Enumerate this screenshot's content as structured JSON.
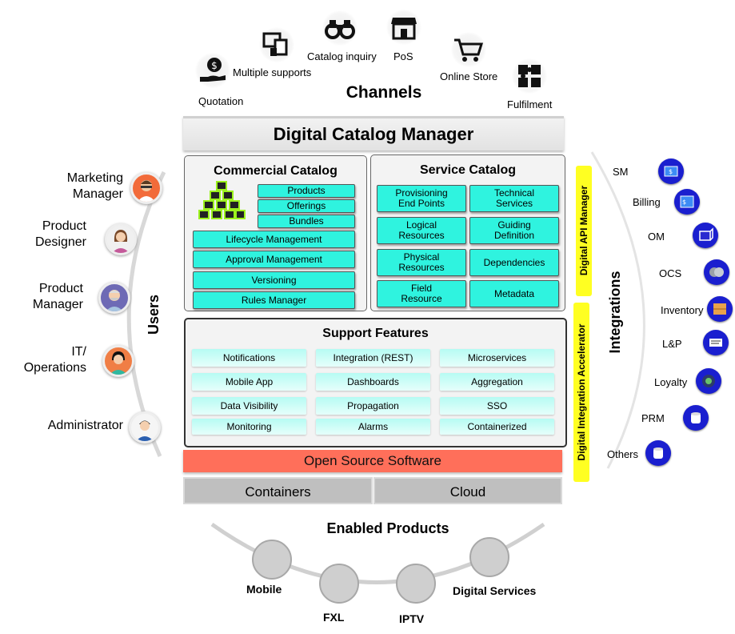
{
  "channels": {
    "title": "Channels",
    "items": [
      {
        "label": "Quotation",
        "icon": "hand-money-icon"
      },
      {
        "label": "Multiple supports",
        "icon": "devices-icon"
      },
      {
        "label": "Catalog inquiry",
        "icon": "binoculars-icon"
      },
      {
        "label": "PoS",
        "icon": "store-icon"
      },
      {
        "label": "Online Store",
        "icon": "cart-icon"
      },
      {
        "label": "Fulfilment",
        "icon": "puzzle-icon"
      }
    ]
  },
  "dcm": {
    "title": "Digital Catalog Manager"
  },
  "commercial": {
    "title": "Commercial Catalog",
    "top_items": [
      "Products",
      "Offerings",
      "Bundles"
    ],
    "items": [
      "Lifecycle Management",
      "Approval Management",
      "Versioning",
      "Rules Manager"
    ]
  },
  "service": {
    "title": "Service Catalog",
    "items": [
      [
        "Provisioning",
        "End Points"
      ],
      [
        "Technical",
        "Services"
      ],
      [
        "Logical",
        "Resources"
      ],
      [
        "Guiding",
        "Definition"
      ],
      [
        "Physical",
        "Resources"
      ],
      [
        "Dependencies"
      ],
      [
        "Field",
        "Resource"
      ],
      [
        "Metadata"
      ]
    ]
  },
  "support": {
    "title": "Support Features",
    "items": [
      "Notifications",
      "Integration (REST)",
      "Microservices",
      "Mobile App",
      "Dashboards",
      "Aggregation",
      "Data Visibility",
      "Propagation",
      "SSO",
      "Monitoring",
      "Alarms",
      "Containerized"
    ]
  },
  "foundation": {
    "oss": "Open Source Software",
    "containers": "Containers",
    "cloud": "Cloud"
  },
  "side_bars": {
    "api_manager": "Digital API Manager",
    "integration_accelerator": "Digital Integration Accelerator"
  },
  "users": {
    "title": "Users",
    "items": [
      [
        "Marketing",
        "Manager"
      ],
      [
        "Product",
        "Designer"
      ],
      [
        "Product",
        "Manager"
      ],
      [
        "IT/",
        "Operations"
      ],
      [
        "Administrator"
      ]
    ]
  },
  "integrations": {
    "title": "Integrations",
    "items": [
      "SM",
      "Billing",
      "OM",
      "OCS",
      "Inventory",
      "L&P",
      "Loyalty",
      "PRM",
      "Others"
    ]
  },
  "enabled_products": {
    "title": "Enabled Products",
    "items": [
      "Mobile",
      "FXL",
      "IPTV",
      "Digital Services"
    ]
  },
  "colors": {
    "cyan": "#2ff3df",
    "light_cyan": "#b6fbf3",
    "oss_red": "#ff6f5a",
    "yellow": "#ffff22",
    "integration_blue": "#1a1fcf"
  }
}
